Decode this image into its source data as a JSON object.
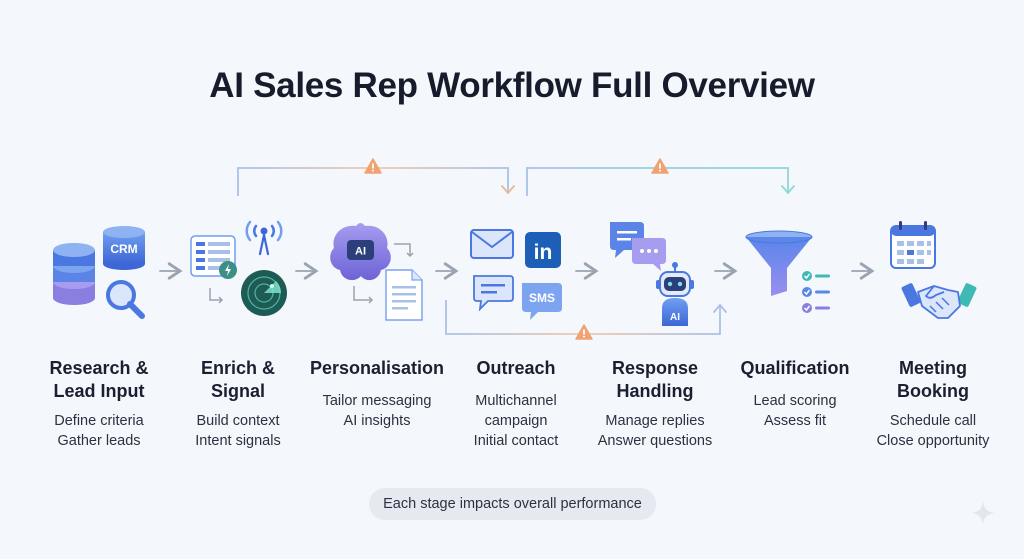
{
  "title": "AI Sales Rep Workflow Full Overview",
  "stages": [
    {
      "name": "Research &\nLead Input",
      "lines": [
        "Define criteria",
        "Gather leads"
      ]
    },
    {
      "name": "Enrich &\nSignal",
      "lines": [
        "Build context",
        "Intent signals"
      ]
    },
    {
      "name": "Personalisation",
      "lines": [
        "Tailor messaging",
        "AI insights"
      ]
    },
    {
      "name": "Outreach",
      "lines": [
        "Multichannel",
        "campaign",
        "Initial contact"
      ]
    },
    {
      "name": "Response\nHandling",
      "lines": [
        "Manage replies",
        "Answer questions"
      ]
    },
    {
      "name": "Qualification",
      "lines": [
        "Lead scoring",
        "Assess fit"
      ]
    },
    {
      "name": "Meeting\nBooking",
      "lines": [
        "Schedule call",
        "Close opportunity"
      ]
    }
  ],
  "icon_text": {
    "crm": "CRM",
    "ai": "AI",
    "linkedin": "in",
    "sms": "SMS",
    "robot_badge": "AI"
  },
  "footer": "Each stage impacts overall performance",
  "colors": {
    "background": "#f4f7fb",
    "arrow": "#9aa3b2",
    "feedback_blue": "#a9c1e8",
    "feedback_orange": "#f2c6a6",
    "feedback_teal": "#9fdad9",
    "warning": "#f0a370",
    "primary_blue": "#4a78e0",
    "purple": "#8a7fe0",
    "linkedin": "#1d5fb6"
  }
}
